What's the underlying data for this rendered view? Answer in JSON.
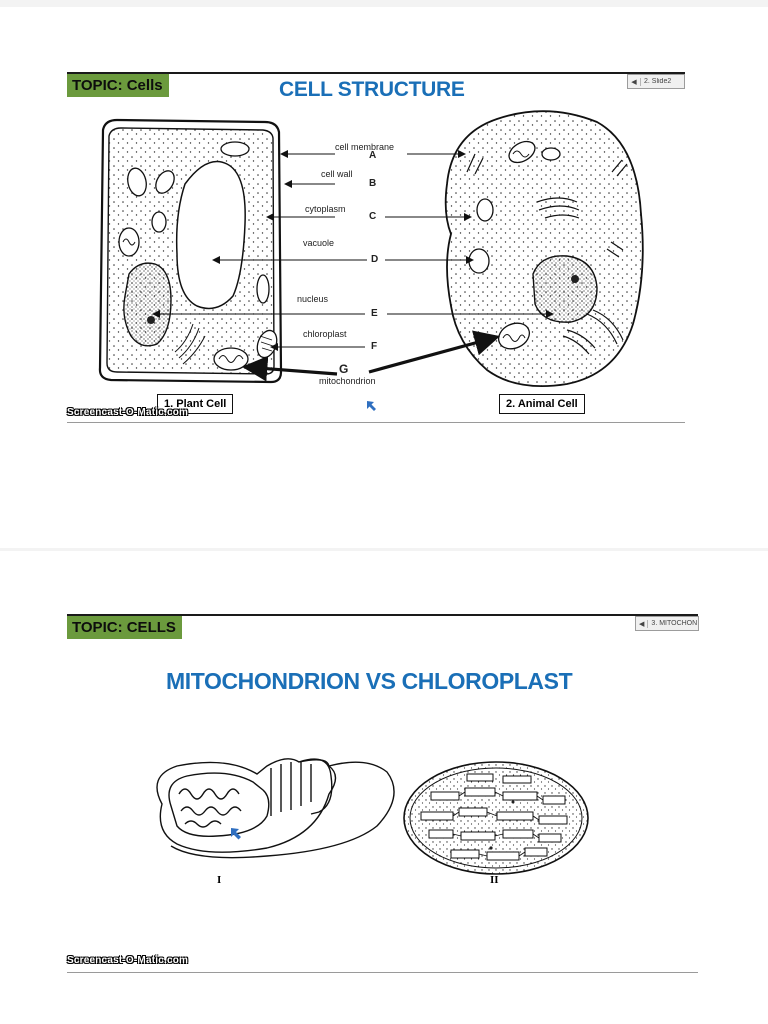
{
  "slide1": {
    "topic": "TOPIC: Cells",
    "title": "CELL STRUCTURE",
    "slide_button": "2. Slide2",
    "labels": [
      {
        "letter": "A",
        "name": "cell membrane"
      },
      {
        "letter": "B",
        "name": "cell wall"
      },
      {
        "letter": "C",
        "name": "cytoplasm"
      },
      {
        "letter": "D",
        "name": "vacuole"
      },
      {
        "letter": "E",
        "name": "nucleus"
      },
      {
        "letter": "F",
        "name": "chloroplast"
      },
      {
        "letter": "G",
        "name": "mitochondrion"
      }
    ],
    "plant_caption": "1. Plant Cell",
    "animal_caption": "2. Animal Cell",
    "watermark": "Screencast-O-Matic.com"
  },
  "slide2": {
    "topic": "TOPIC: CELLS",
    "title": "MITOCHONDRION VS CHLOROPLAST",
    "slide_button": "3. MITOCHON",
    "label_i": "I",
    "label_ii": "II",
    "watermark": "Screencast-O-Matic.com"
  },
  "colors": {
    "topic_bg": "#6b9a3d",
    "title": "#1a6fb7",
    "cursor": "#2f6fc0"
  }
}
